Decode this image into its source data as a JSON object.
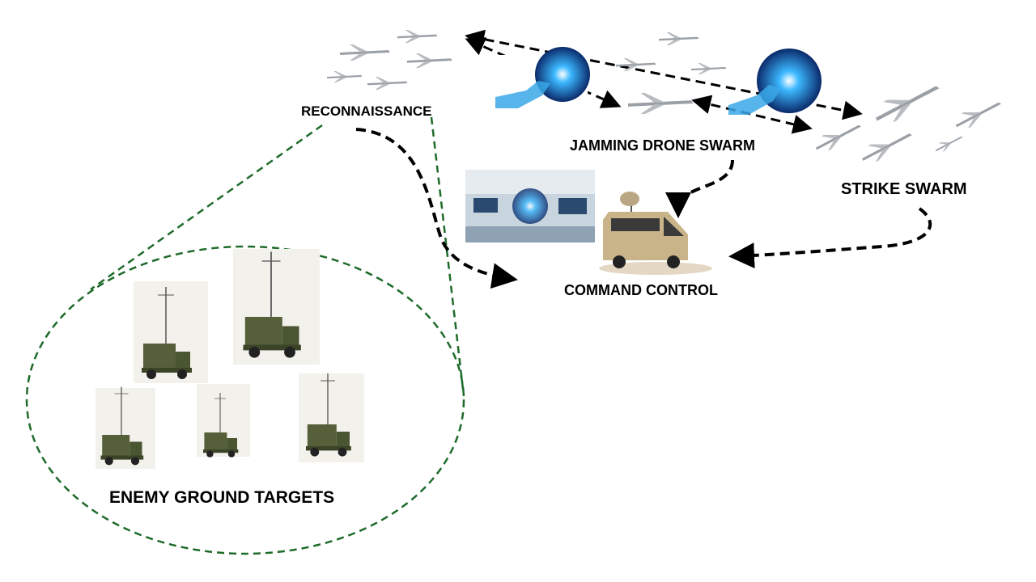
{
  "labels": {
    "reconnaissance": "RECONNAISSANCE",
    "jamming": "JAMMING DRONE SWARM",
    "strike": "STRIKE SWARM",
    "command": "COMMAND CONTROL",
    "targets": "ENEMY GROUND TARGETS"
  },
  "colors": {
    "arrow": "#000000",
    "zone": "#1e6b2a",
    "ai_glow": "#2aa8f0",
    "vehicle_olive": "#55603a",
    "van": "#c9b48a"
  }
}
